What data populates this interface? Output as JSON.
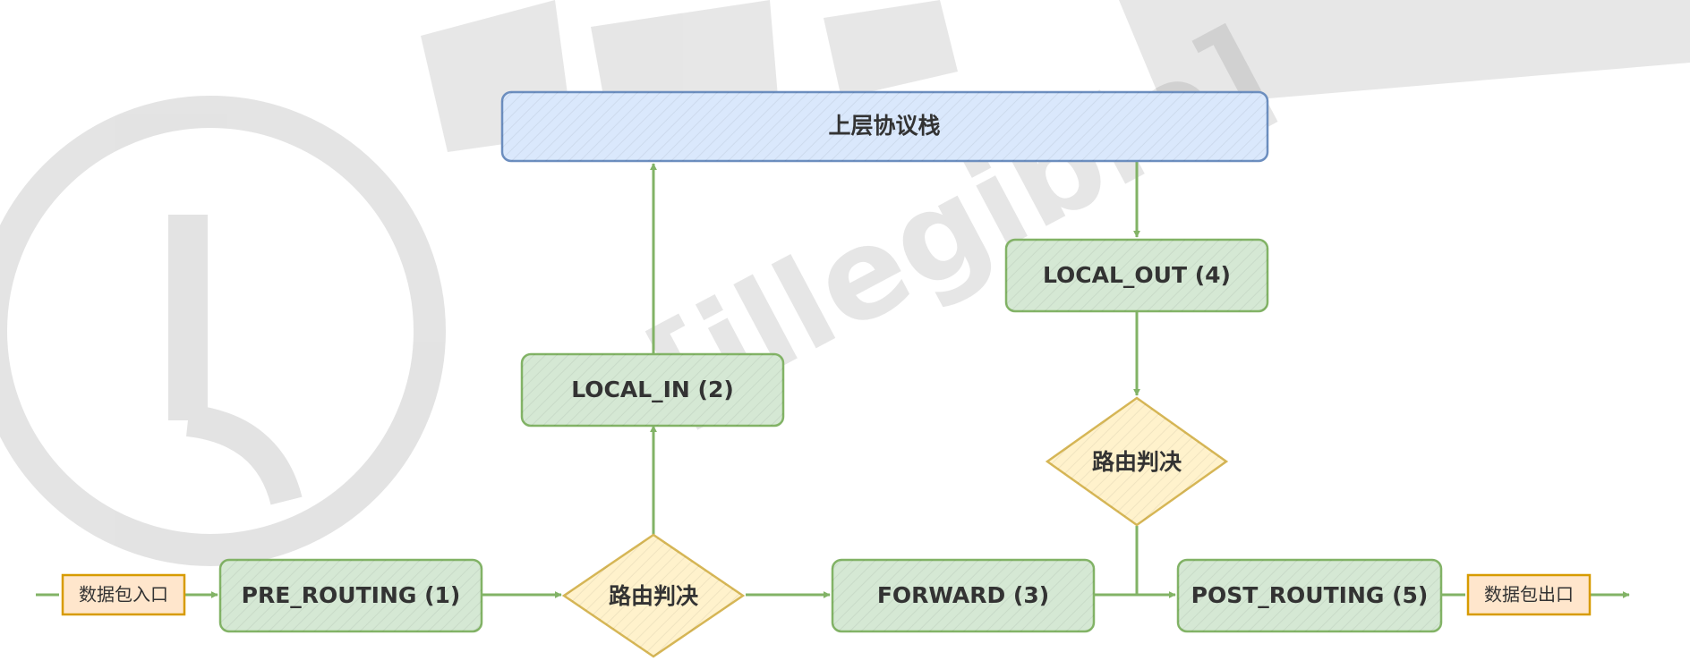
{
  "watermark": {
    "text": "[illegible]"
  },
  "colors": {
    "green_stroke": "#82b366",
    "green_fill": "#d5e8d4",
    "blue_stroke": "#6c8ebf",
    "blue_fill": "#dae8fc",
    "orange_stroke": "#d6b656",
    "orange_fill": "#fff2cc",
    "port_stroke": "#d79b00",
    "port_fill": "#ffe6cc",
    "arrow": "#82b366",
    "text": "#333333"
  },
  "nodes": {
    "upper_stack": "上层协议栈",
    "pre_routing": "PRE_ROUTING (1)",
    "local_in": "LOCAL_IN (2)",
    "forward": "FORWARD (3)",
    "local_out": "LOCAL_OUT (4)",
    "post_routing": "POST_ROUTING (5)",
    "route_decision_in": "路由判决",
    "route_decision_out": "路由判决"
  },
  "ports": {
    "ingress": "数据包入口",
    "egress": "数据包出口"
  }
}
